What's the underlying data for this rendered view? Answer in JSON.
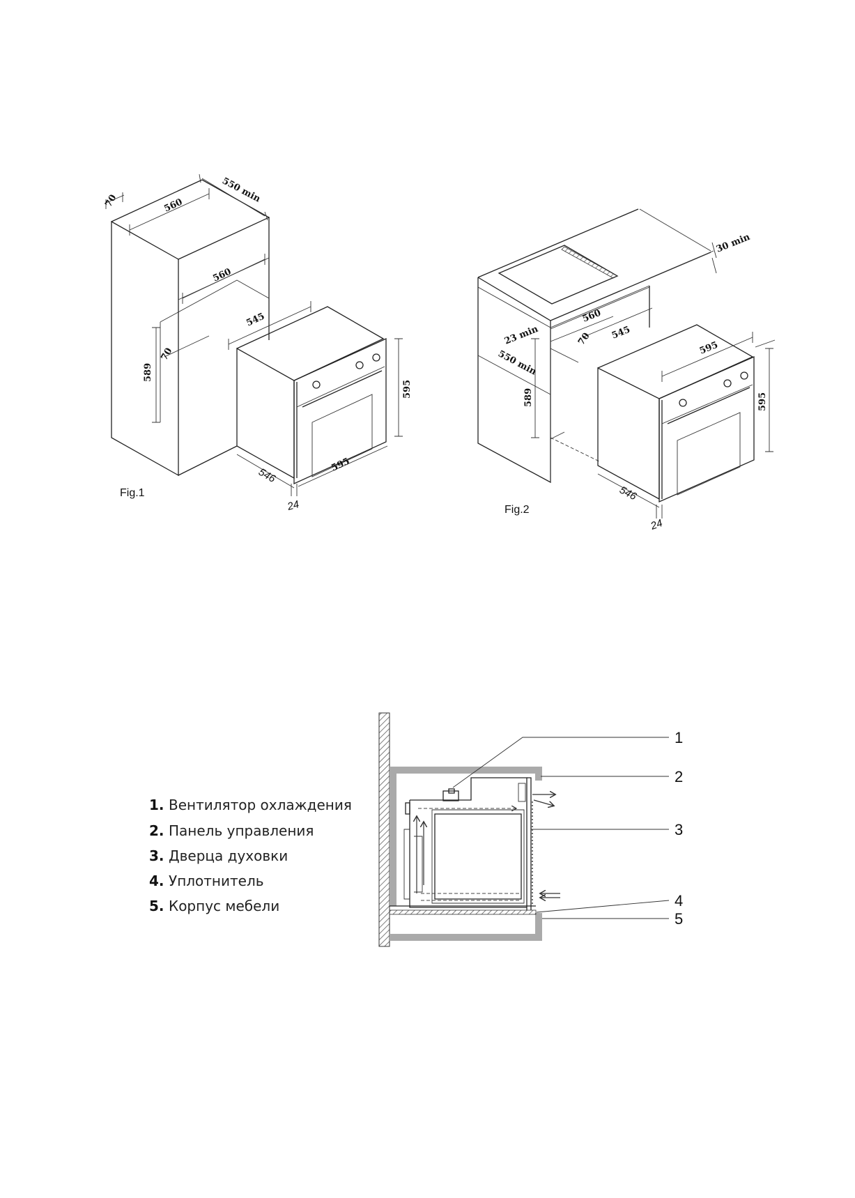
{
  "fig1": {
    "label": "Fig.1",
    "dims": {
      "d70_top": "70",
      "d560_top": "560",
      "d550min": "550 min",
      "d560_mid": "560",
      "d545": "545",
      "d589": "589",
      "d70_side": "70",
      "d595_h": "595",
      "d546": "546",
      "d595_w": "595",
      "d24": "24"
    }
  },
  "fig2": {
    "label": "Fig.2",
    "dims": {
      "d30min": "30 min",
      "d23min": "23 min",
      "d560": "560",
      "d550min": "550 min",
      "d70": "70",
      "d545": "545",
      "d595_w": "595",
      "d589": "589",
      "d595_h": "595",
      "d546": "546",
      "d24": "24"
    }
  },
  "ventilation": {
    "callouts": [
      "1",
      "2",
      "3",
      "4",
      "5"
    ],
    "legend": [
      {
        "num": "1.",
        "text": "Вентилятор охлаждения"
      },
      {
        "num": "2.",
        "text": "Панель управления"
      },
      {
        "num": "3.",
        "text": "Дверца духовки"
      },
      {
        "num": "4.",
        "text": "Уплотнитель"
      },
      {
        "num": "5.",
        "text": "Корпус мебели"
      }
    ]
  }
}
